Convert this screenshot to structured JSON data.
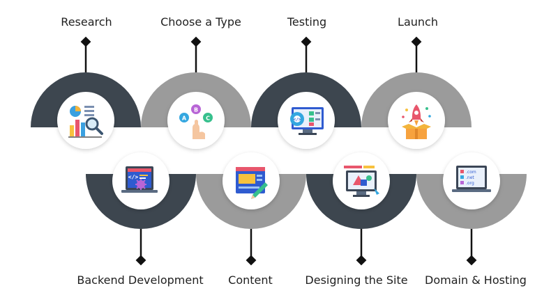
{
  "steps_top": [
    {
      "label": "Research",
      "icon": "research-chart-magnifier-icon",
      "arc_color": "#3d464f"
    },
    {
      "label": "Choose a Type",
      "icon": "choose-abc-options-icon",
      "arc_color": "#9b9b9b"
    },
    {
      "label": "Testing",
      "icon": "testing-monitor-checklist-icon",
      "arc_color": "#3d464f"
    },
    {
      "label": "Launch",
      "icon": "launch-rocket-box-icon",
      "arc_color": "#9b9b9b"
    }
  ],
  "steps_bottom": [
    {
      "label": "Backend Development",
      "icon": "backend-laptop-gear-code-icon",
      "arc_color": "#3d464f"
    },
    {
      "label": "Content",
      "icon": "content-document-pencil-icon",
      "arc_color": "#9b9b9b"
    },
    {
      "label": "Designing the Site",
      "icon": "design-monitor-shapes-icon",
      "arc_color": "#3d464f"
    },
    {
      "label": "Domain & Hosting",
      "icon": "domain-laptop-com-net-org-icon",
      "arc_color": "#9b9b9b"
    }
  ],
  "icon_text": {
    "code": "</>",
    "abc": [
      "A",
      "B",
      "C"
    ],
    "domains": [
      ".com",
      ".net",
      ".org"
    ]
  },
  "colors": {
    "dark": "#3d464f",
    "gray": "#9b9b9b",
    "label": "#1f1f1f"
  }
}
